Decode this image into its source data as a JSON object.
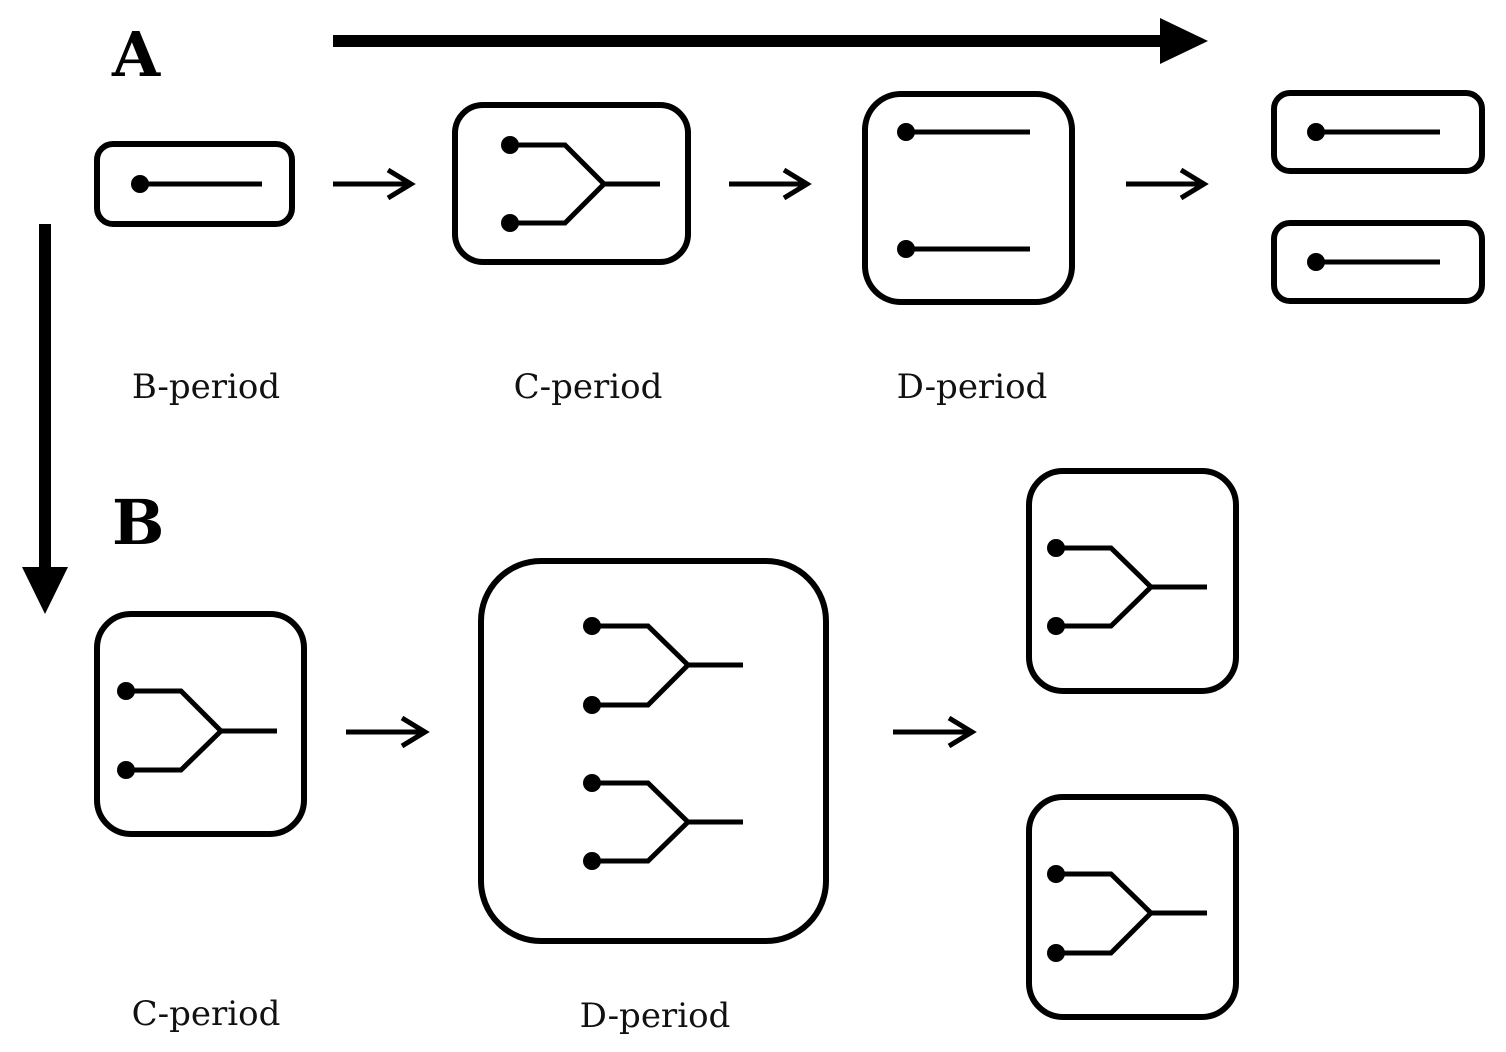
{
  "panels": {
    "a": {
      "label": "A",
      "periods": [
        "B-period",
        "C-period",
        "D-period"
      ]
    },
    "b": {
      "label": "B",
      "periods": [
        "C-period",
        "D-period"
      ]
    }
  }
}
